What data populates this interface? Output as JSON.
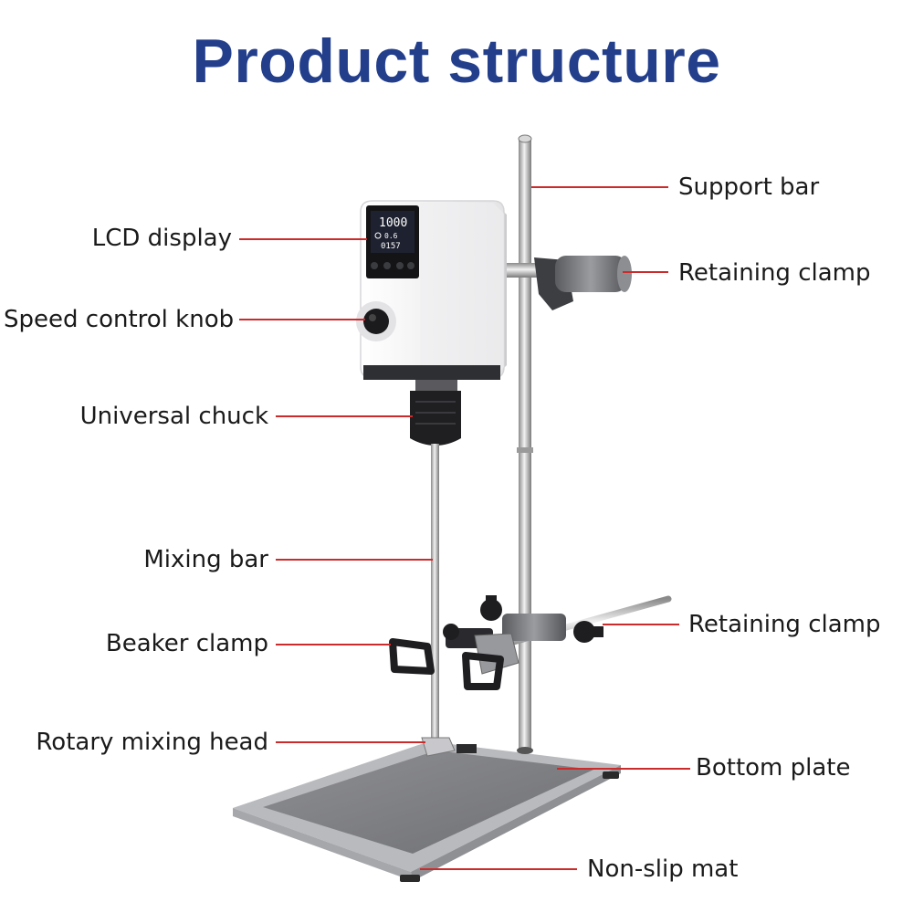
{
  "title": "Product structure",
  "colors": {
    "title": "#233f8c",
    "leader_line": "#cc2b2b"
  },
  "labels": {
    "lcd_display": "LCD display",
    "speed_control_knob": "Speed control knob",
    "universal_chuck": "Universal chuck",
    "mixing_bar": "Mixing bar",
    "beaker_clamp": "Beaker clamp",
    "rotary_mixing_head": "Rotary mixing head",
    "support_bar": "Support bar",
    "retaining_clamp_top": "Retaining clamp",
    "retaining_clamp_bottom": "Retaining clamp",
    "bottom_plate": "Bottom plate",
    "non_slip_mat": "Non-slip mat"
  },
  "display": {
    "speed": "1000",
    "line2": "0.6",
    "line3": "0157"
  }
}
